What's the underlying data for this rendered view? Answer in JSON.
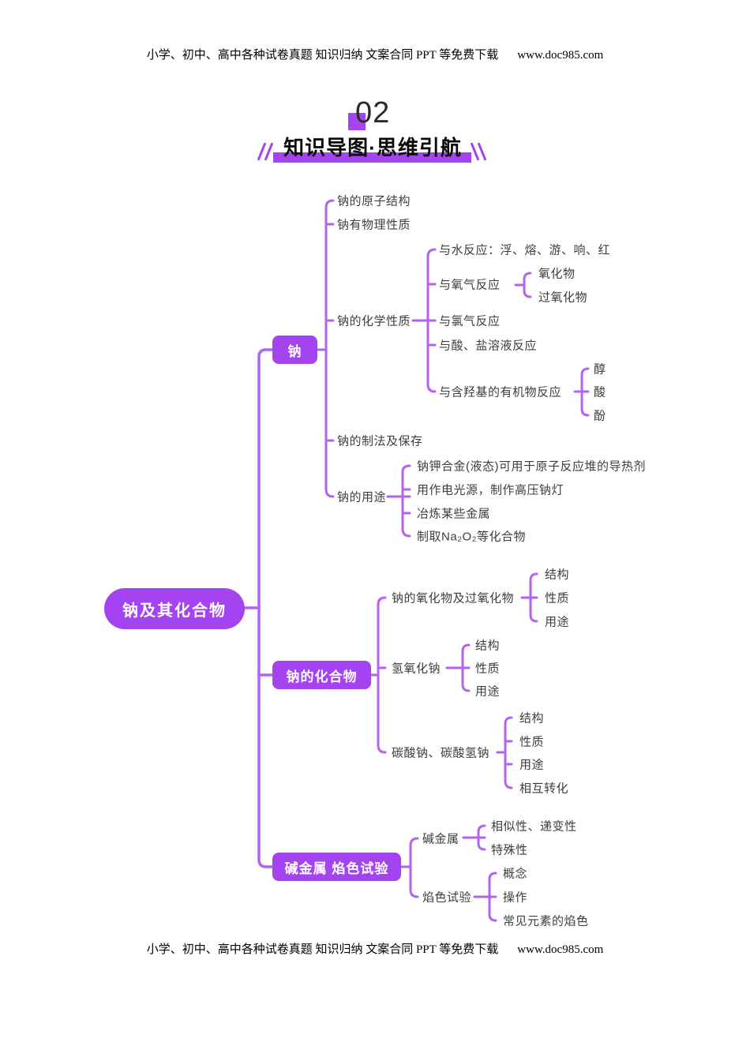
{
  "colors": {
    "accent": "#a444f0",
    "line": "#b263f2",
    "text": "#3d3d3d"
  },
  "header": {
    "text": "小学、初中、高中各种试卷真题 知识归纳 文案合同 PPT 等免费下载",
    "url": "www.doc985.com"
  },
  "footer": {
    "text": "小学、初中、高中各种试卷真题 知识归纳 文案合同 PPT 等免费下载",
    "url": "www.doc985.com"
  },
  "section": {
    "number": "02",
    "banner": "知识导图·思维引航"
  },
  "mindmap": {
    "root": {
      "label": "钠及其化合物"
    },
    "branches": [
      {
        "label": "钠",
        "children": [
          {
            "label": "钠的原子结构"
          },
          {
            "label": "钠有物理性质"
          },
          {
            "label": "钠的化学性质",
            "children": [
              {
                "label": "与水反应：浮、熔、游、响、红"
              },
              {
                "label": "与氧气反应",
                "children": [
                  {
                    "label": "氧化物"
                  },
                  {
                    "label": "过氧化物"
                  }
                ]
              },
              {
                "label": "与氯气反应"
              },
              {
                "label": "与酸、盐溶液反应"
              },
              {
                "label": "与含羟基的有机物反应",
                "children": [
                  {
                    "label": "醇"
                  },
                  {
                    "label": "酸"
                  },
                  {
                    "label": "酚"
                  }
                ]
              }
            ]
          },
          {
            "label": "钠的制法及保存"
          },
          {
            "label": "钠的用途",
            "children": [
              {
                "label": "钠钾合金(液态)可用于原子反应堆的导热剂"
              },
              {
                "label": "用作电光源，制作高压钠灯"
              },
              {
                "label": "冶炼某些金属"
              },
              {
                "label": "制取Na₂O₂等化合物"
              }
            ]
          }
        ]
      },
      {
        "label": "钠的化合物",
        "children": [
          {
            "label": "钠的氧化物及过氧化物",
            "children": [
              {
                "label": "结构"
              },
              {
                "label": "性质"
              },
              {
                "label": "用途"
              }
            ]
          },
          {
            "label": "氢氧化钠",
            "children": [
              {
                "label": "结构"
              },
              {
                "label": "性质"
              },
              {
                "label": "用途"
              }
            ]
          },
          {
            "label": "碳酸钠、碳酸氢钠",
            "children": [
              {
                "label": "结构"
              },
              {
                "label": "性质"
              },
              {
                "label": "用途"
              },
              {
                "label": "相互转化"
              }
            ]
          }
        ]
      },
      {
        "label": "碱金属 焰色试验",
        "children": [
          {
            "label": "碱金属",
            "children": [
              {
                "label": "相似性、递变性"
              },
              {
                "label": "特殊性"
              }
            ]
          },
          {
            "label": "焰色试验",
            "children": [
              {
                "label": "概念"
              },
              {
                "label": "操作"
              },
              {
                "label": "常见元素的焰色"
              }
            ]
          }
        ]
      }
    ]
  }
}
